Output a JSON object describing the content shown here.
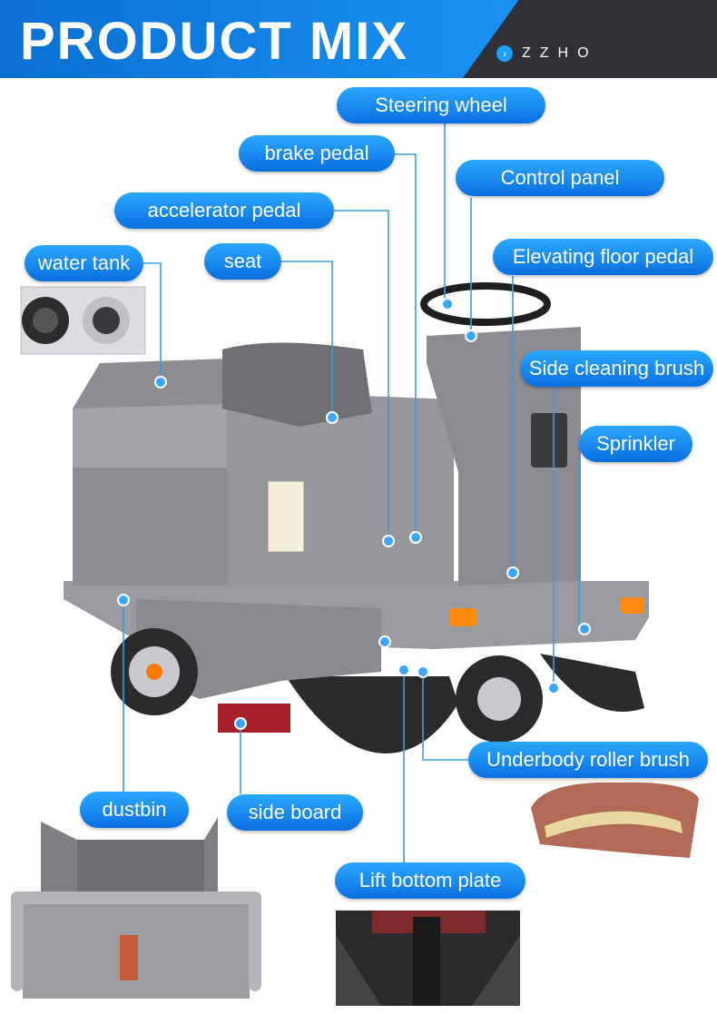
{
  "header": {
    "title": "PRODUCT MIX",
    "brand": "ZZHO"
  },
  "labels": {
    "steering_wheel": "Steering wheel",
    "brake_pedal": "brake pedal",
    "control_panel": "Control panel",
    "accelerator_pedal": "accelerator pedal",
    "water_tank": "water tank",
    "seat": "seat",
    "elevating_floor_pedal": "Elevating floor pedal",
    "side_cleaning_brush": "Side cleaning brush",
    "sprinkler": "Sprinkler",
    "underbody_roller_brush": "Underbody roller brush",
    "dustbin": "dustbin",
    "side_board": "side board",
    "lift_bottom_plate": "Lift bottom plate"
  },
  "colors": {
    "accent": "#1ea0ff",
    "accent_dark": "#0a6fe0",
    "line": "#3a9de0",
    "machine": "#8e8f93"
  }
}
